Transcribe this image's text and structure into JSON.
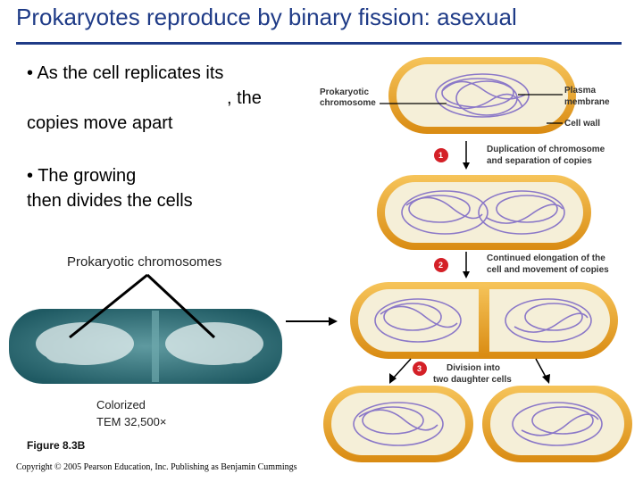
{
  "slide": {
    "title": "Prokaryotes reproduce by binary fission: asexual",
    "bullets": [
      {
        "lines": [
          "•  As the cell replicates its",
          ", the",
          "copies move apart"
        ]
      },
      {
        "lines": [
          "•  The growing",
          "then divides the cells"
        ]
      }
    ],
    "micrograph": {
      "pointer_label": "Prokaryotic chromosomes",
      "caption": [
        "Colorized",
        "TEM 32,500×"
      ]
    },
    "figure_label": "Figure 8.3B",
    "copyright": "Copyright © 2005 Pearson Education, Inc. Publishing as Benjamin Cummings"
  },
  "diagram": {
    "labels": {
      "chromosome": [
        "Prokaryotic",
        "chromosome"
      ],
      "plasma_membrane": [
        "Plasma",
        "membrane"
      ],
      "cell_wall": "Cell wall"
    },
    "steps": [
      {
        "number": "1",
        "text": [
          "Duplication of chromosome",
          "and separation of copies"
        ]
      },
      {
        "number": "2",
        "text": [
          "Continued elongation of the",
          "cell and movement of copies"
        ]
      },
      {
        "number": "3",
        "text": [
          "Division into",
          "two daughter cells"
        ]
      }
    ]
  },
  "colors": {
    "title": "#1f3b87",
    "cell_wall": "#e8a21c",
    "cytoplasm": "#f5efd8",
    "chromosome": "#8b78c8",
    "step_badge": "#d42027",
    "micrograph": "#2f6f78"
  }
}
